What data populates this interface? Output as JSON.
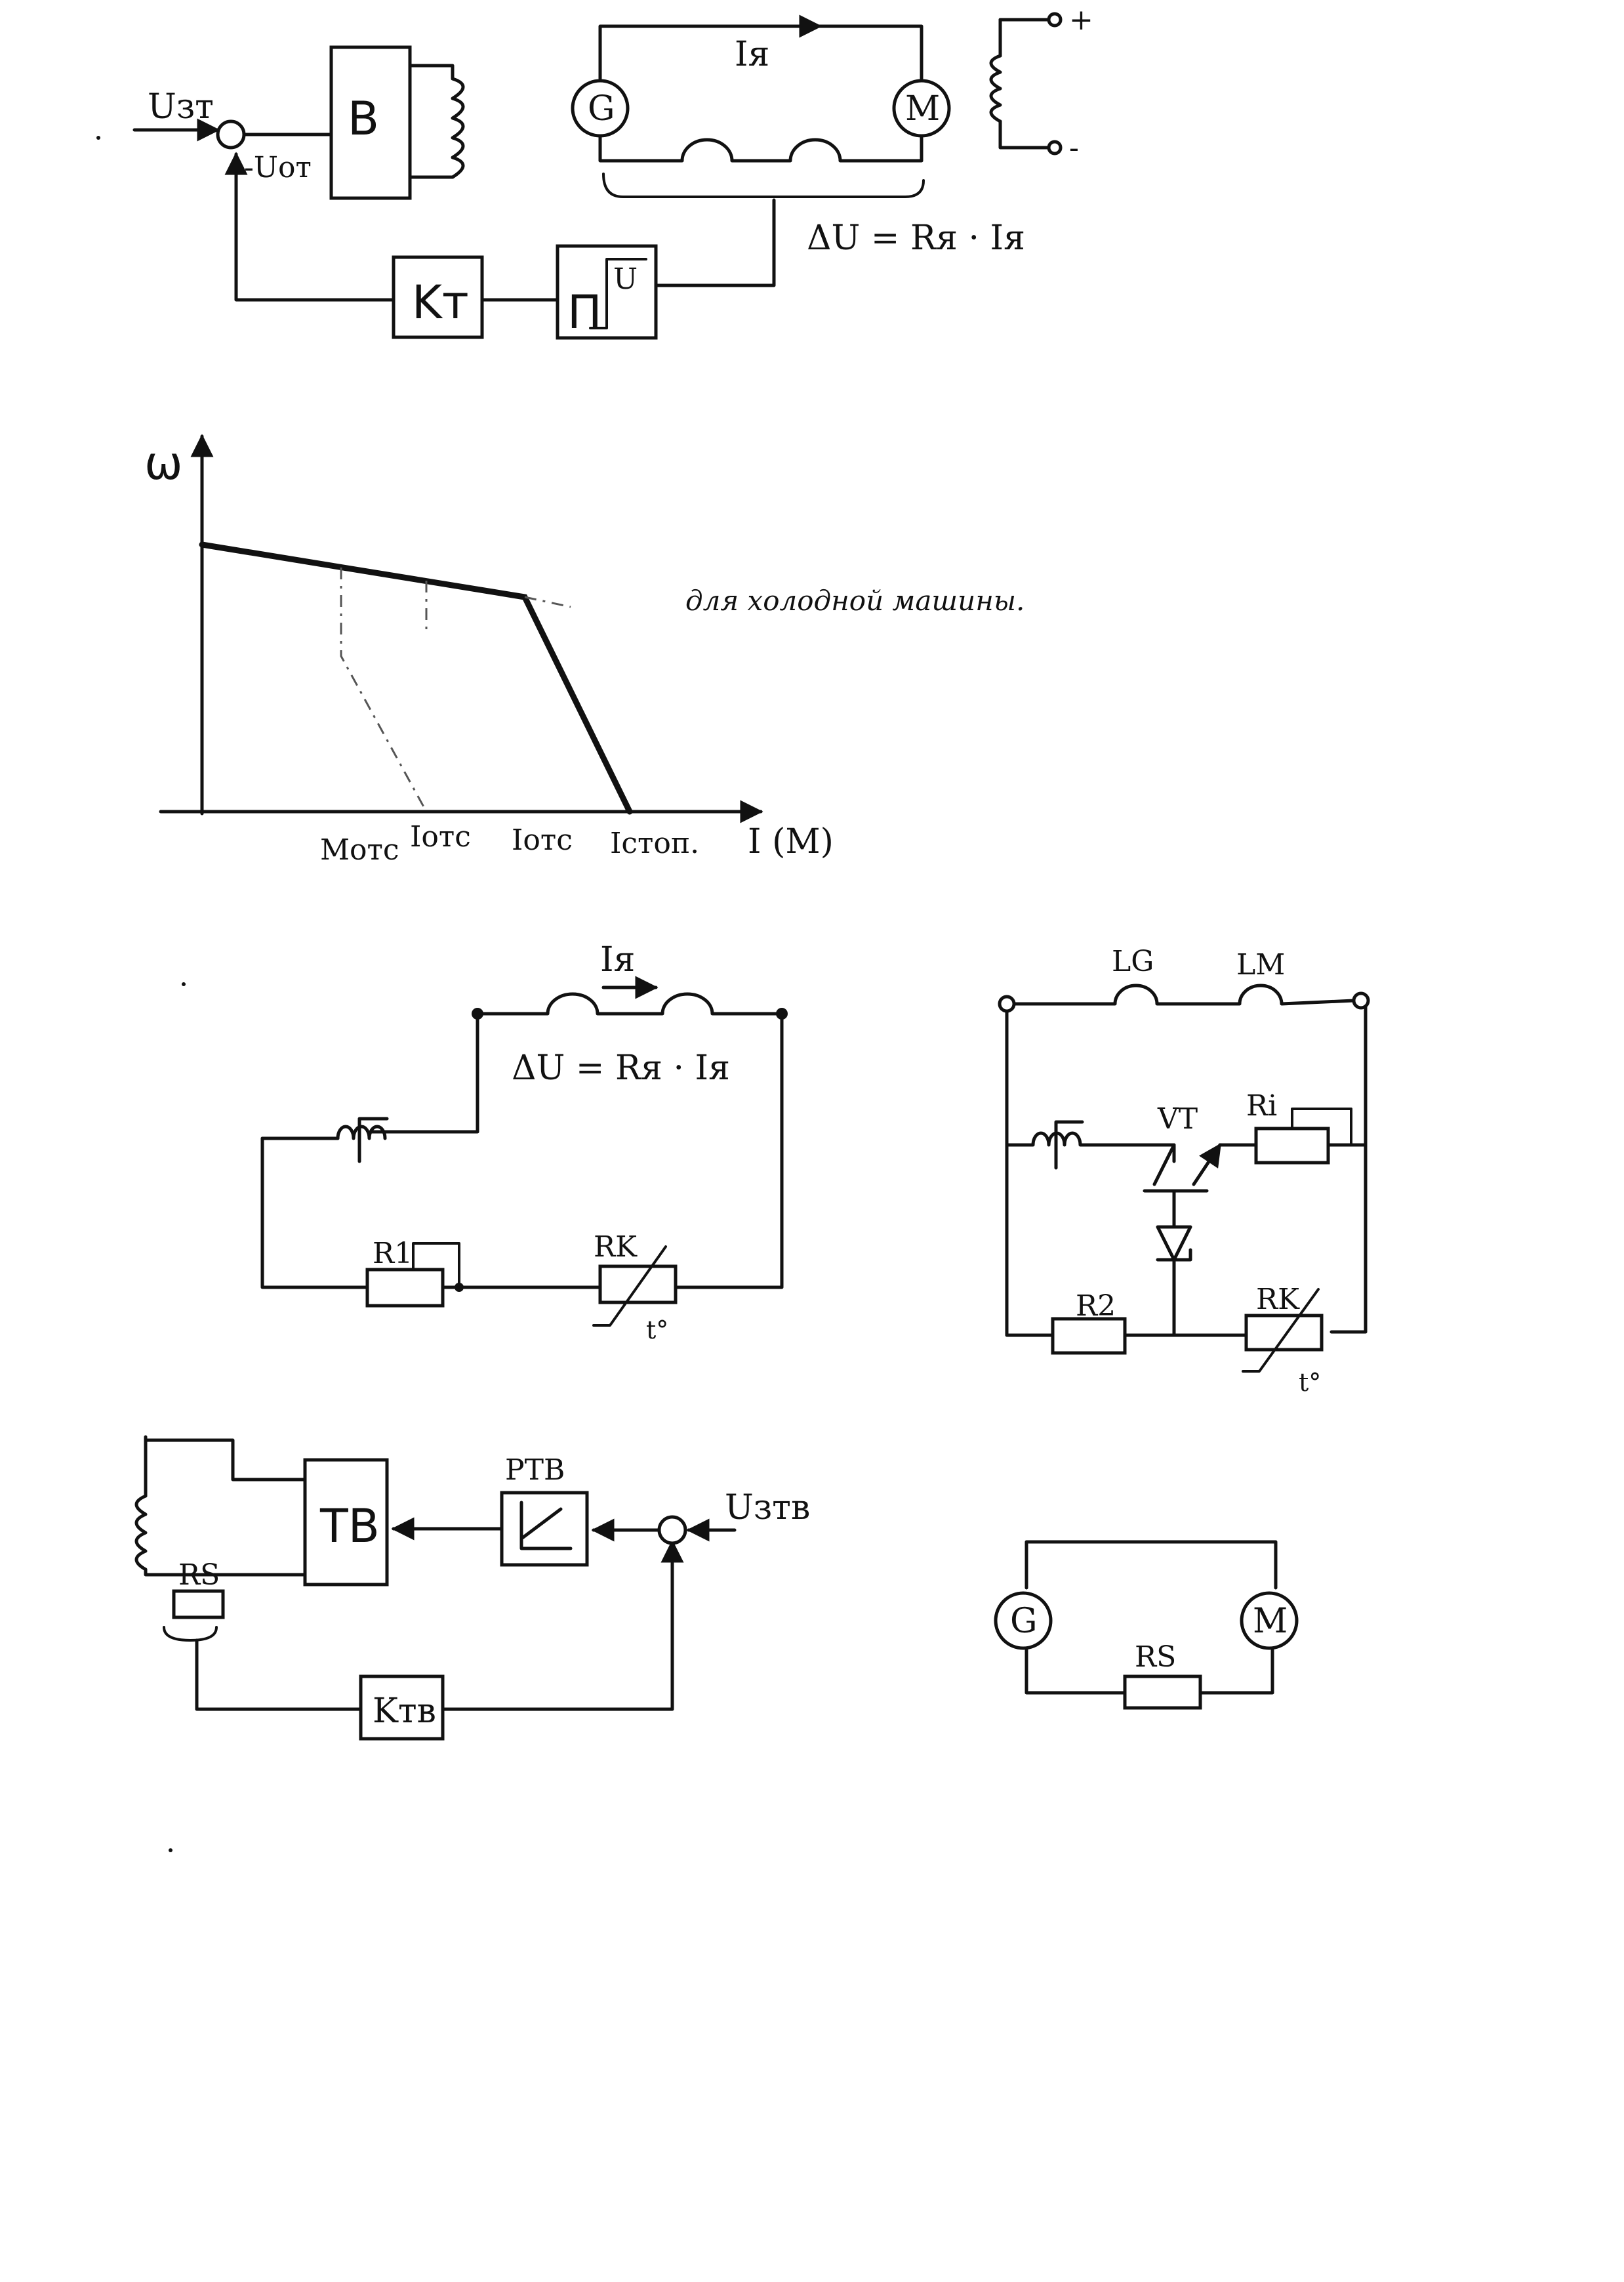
{
  "scheme1": {
    "input_label": "Uзт",
    "feedback_label": "-Uот",
    "block_b": "B",
    "gen": "G",
    "motor": "M",
    "current_label": "Iя",
    "formula": "ΔU = Rя · Iя",
    "block_kt": "Kт",
    "block_p": "П",
    "block_p_sym": "U",
    "plus": "+",
    "minus": "-"
  },
  "graph": {
    "y_label": "ω",
    "x_label": "I (M)",
    "tick_m": "Mотс",
    "tick_i1": "Iотс",
    "tick_i2": "Iотс",
    "tick_stop": "Iстоп.",
    "note": "для холодной машины."
  },
  "scheme3": {
    "current_label": "Iя",
    "formula": "ΔU = Rя · Iя",
    "r1": "R1",
    "rk": "RK",
    "temp": "t°"
  },
  "scheme4": {
    "lg": "LG",
    "lm": "LM",
    "vt": "VT",
    "ri": "Ri",
    "r2": "R2",
    "rk": "RK",
    "temp": "t°"
  },
  "scheme5": {
    "block_tv": "TB",
    "block_rtv": "PTB",
    "block_ktv": "Kтв",
    "rs": "RS",
    "input_label": "Uзтв"
  },
  "scheme6": {
    "gen": "G",
    "motor": "M",
    "rs": "RS"
  }
}
